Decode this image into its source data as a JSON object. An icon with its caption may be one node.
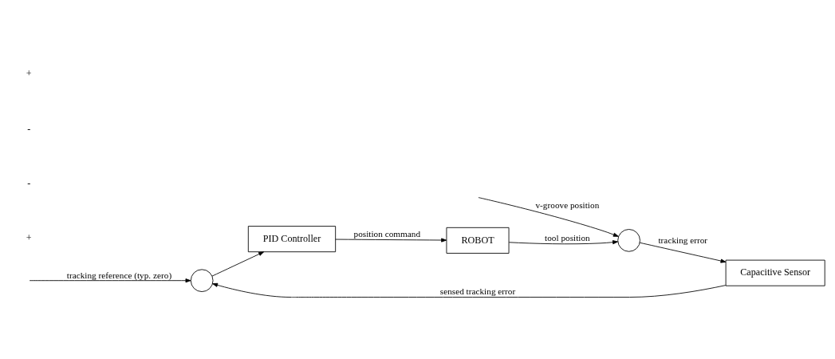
{
  "diagram": {
    "nodes": [
      {
        "text": [],
        "shape": "circle"
      },
      {
        "text": [
          "PID Controller"
        ]
      },
      {
        "text": [
          "ROBOT"
        ]
      },
      {
        "text": [],
        "shape": "circle"
      },
      {
        "text": [
          "Capacitive Sensor"
        ]
      }
    ],
    "edges": [
      {
        "from": null,
        "to": 0,
        "arrow": "to",
        "label": "tracking reference (typ. zero)"
      },
      {
        "from": 0,
        "to": 1,
        "arrow": "to"
      },
      {
        "from": 1,
        "to": 2,
        "arrow": "to",
        "label": "position command"
      },
      {
        "from": 2,
        "to": 3,
        "arrow": "to",
        "label": "tool position"
      },
      {
        "from": null,
        "to": 3,
        "arrow": "to",
        "label": "v-groove position"
      },
      {
        "from": 3,
        "to": 4,
        "arrow": "to",
        "label": "tracking error"
      },
      {
        "from": 4,
        "to": 0,
        "arrow": "to",
        "label": "sensed tracking error"
      }
    ],
    "labels": [
      "+",
      "-",
      "-",
      "+"
    ]
  }
}
